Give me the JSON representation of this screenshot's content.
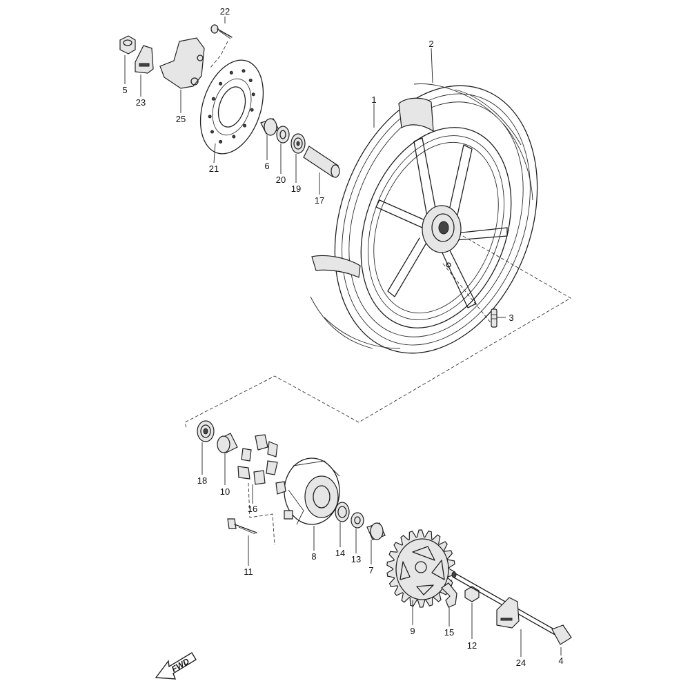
{
  "callouts": [
    {
      "id": "1",
      "text": "1"
    },
    {
      "id": "2",
      "text": "2"
    },
    {
      "id": "3",
      "text": "3"
    },
    {
      "id": "4",
      "text": "4"
    },
    {
      "id": "5",
      "text": "5"
    },
    {
      "id": "6",
      "text": "6"
    },
    {
      "id": "7",
      "text": "7"
    },
    {
      "id": "8",
      "text": "8"
    },
    {
      "id": "9",
      "text": "9"
    },
    {
      "id": "10",
      "text": "10"
    },
    {
      "id": "11",
      "text": "11"
    },
    {
      "id": "12",
      "text": "12"
    },
    {
      "id": "13",
      "text": "13"
    },
    {
      "id": "14",
      "text": "14"
    },
    {
      "id": "15",
      "text": "15"
    },
    {
      "id": "16",
      "text": "16"
    },
    {
      "id": "17",
      "text": "17"
    },
    {
      "id": "18",
      "text": "18"
    },
    {
      "id": "19",
      "text": "19"
    },
    {
      "id": "20",
      "text": "20"
    },
    {
      "id": "21",
      "text": "21"
    },
    {
      "id": "22",
      "text": "22"
    },
    {
      "id": "23",
      "text": "23"
    },
    {
      "id": "24",
      "text": "24"
    },
    {
      "id": "25",
      "text": "25"
    }
  ],
  "direction_arrow": {
    "label": "FWD",
    "icon": "fwd-arrow-icon"
  }
}
